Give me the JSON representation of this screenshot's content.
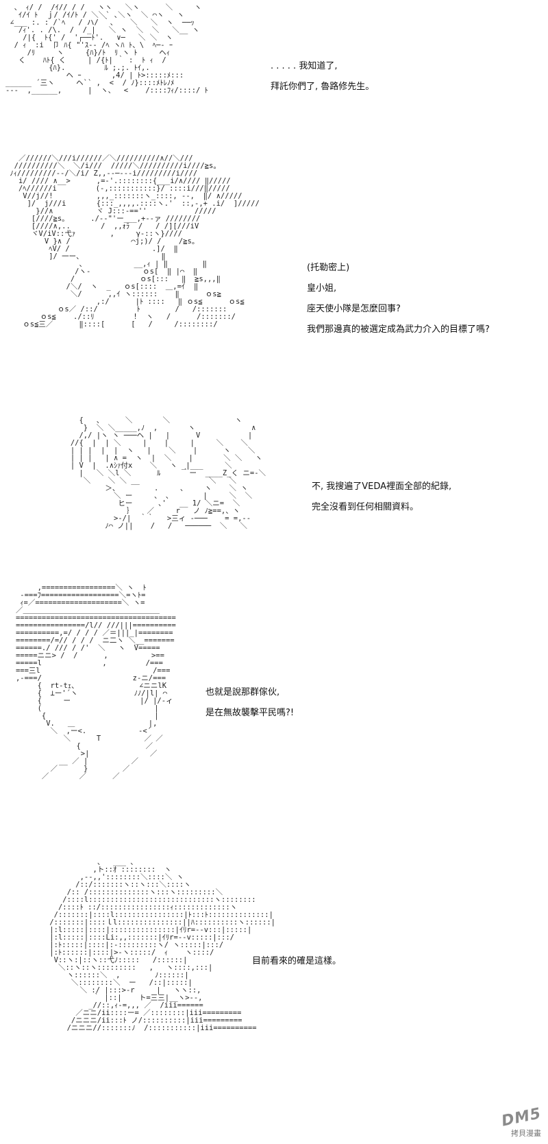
{
  "panels": [
    {
      "lines": [
        ". . . . . 我知道了,",
        "拜託你們了, 魯路修先生。"
      ]
    },
    {
      "lines": [
        "(托勒密上)",
        "皇小姐,",
        "座天使小隊是怎麼回事?",
        "我們那邊真的被選定成為武力介入的目標了嗎?"
      ]
    },
    {
      "lines": [
        "不, 我搜遍了VEDA裡面全部的紀錄,",
        "完全沒看到任何相關資料。"
      ]
    },
    {
      "lines": [
        "也就是說那群傢伙,",
        "是在無故襲擊平民嗎?!"
      ]
    },
    {
      "lines": [
        "目前看來的確是這樣。"
      ]
    }
  ],
  "watermark": {
    "logo_text": "DM5",
    "caption": "拷貝漫畫"
  }
}
